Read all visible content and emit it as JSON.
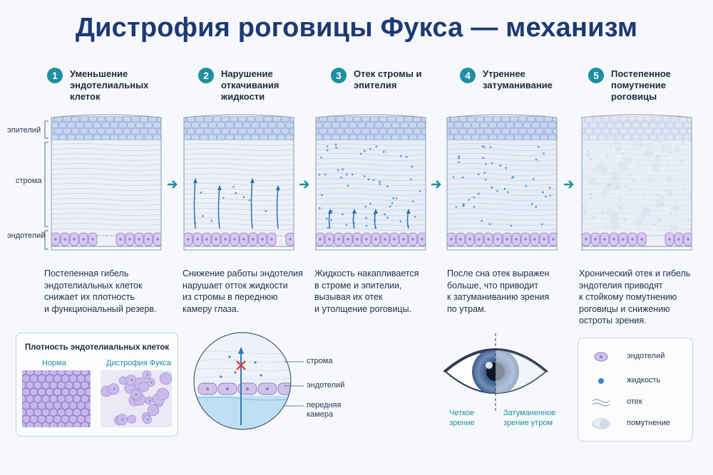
{
  "title": "Дистрофия роговицы Фукса — механизм",
  "layer_labels": {
    "epithelium": "эпителий",
    "stroma": "строма",
    "endothelium": "эндотелий"
  },
  "steps": [
    {
      "num": "1",
      "title": "Уменьшение эндотелиальных клеток",
      "desc": [
        "Постепенная гибель",
        "эндотелиальных клеток",
        "снижает их плотность",
        "и функциональный резерв."
      ]
    },
    {
      "num": "2",
      "title": "Нарушение откачивания жидкости",
      "desc": [
        "Снижение работы эндотелия",
        "нарушает отток жидкости",
        "из стромы в переднюю",
        "камеру глаза."
      ]
    },
    {
      "num": "3",
      "title": "Отек стромы и эпителия",
      "desc": [
        "Жидкость накапливается",
        "в строме и эпителии,",
        "вызывая их отек",
        "и утолщение роговицы."
      ]
    },
    {
      "num": "4",
      "title": "Утреннее затуманивание",
      "desc": [
        "После сна отек выражен",
        "больше, что приводит",
        "к затуманиванию зрения",
        "по утрам."
      ]
    },
    {
      "num": "5",
      "title": "Постепенное помутнение роговицы",
      "desc": [
        "Хронический отек и гибель",
        "эндотелия приводят",
        "к стойкому помутнению",
        "роговицы и снижению",
        "остроты зрения."
      ]
    }
  ],
  "density": {
    "title": "Плотность эндотелиальных клеток",
    "normal": "Норма",
    "fuchs": "Дистрофия Фукса"
  },
  "zoom_labels": {
    "stroma": "строма",
    "endothelium": "эндотелий",
    "chamber": "передняя камера"
  },
  "eye": {
    "clear": "Четкое зрение",
    "blurred": "Затуманенное зрение утром"
  },
  "legend": [
    {
      "icon": "endothelial-cell-icon",
      "label": "эндотелий"
    },
    {
      "icon": "fluid-droplet-icon",
      "label": "жидкость"
    },
    {
      "icon": "edema-wave-icon",
      "label": "отек"
    },
    {
      "icon": "opacity-cloud-icon",
      "label": "помутнение"
    }
  ],
  "colors": {
    "title": "#1d3a73",
    "accent": "#1f8fa3",
    "cell": "#c7b8e6",
    "fluid": "#3a86c8"
  }
}
